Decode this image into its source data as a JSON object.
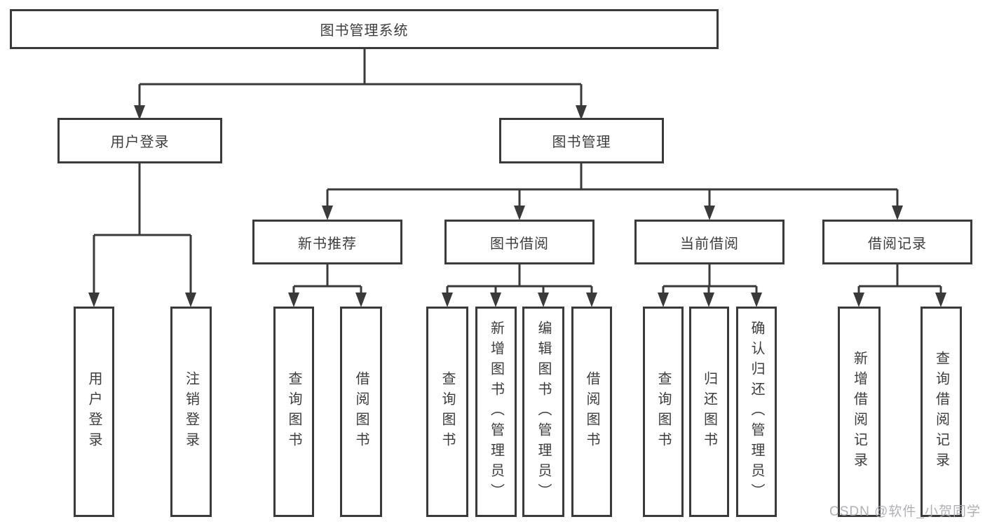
{
  "colors": {
    "line": "#3a3a3a",
    "box_border": "#3a3a3a",
    "text": "#3d3d3d",
    "watermark": "#a8a8ad",
    "background": "#ffffff"
  },
  "watermark": "CSDN @软件_小贺同学",
  "tree": {
    "label": "图书管理系统",
    "children": [
      {
        "label": "用户登录",
        "children": [
          {
            "label": "用户登录"
          },
          {
            "label": "注销登录"
          }
        ]
      },
      {
        "label": "图书管理",
        "children": [
          {
            "label": "新书推荐",
            "children": [
              {
                "label": "查询图书"
              },
              {
                "label": "借阅图书"
              }
            ]
          },
          {
            "label": "图书借阅",
            "children": [
              {
                "label": "查询图书"
              },
              {
                "label": "新增图书（管理员）"
              },
              {
                "label": "编辑图书（管理员）"
              },
              {
                "label": "借阅图书"
              }
            ]
          },
          {
            "label": "当前借阅",
            "children": [
              {
                "label": "查询图书"
              },
              {
                "label": "归还图书"
              },
              {
                "label": "确认归还（管理员）"
              }
            ]
          },
          {
            "label": "借阅记录",
            "children": [
              {
                "label": "新增借阅记录"
              },
              {
                "label": "查询借阅记录"
              }
            ]
          }
        ]
      }
    ]
  }
}
